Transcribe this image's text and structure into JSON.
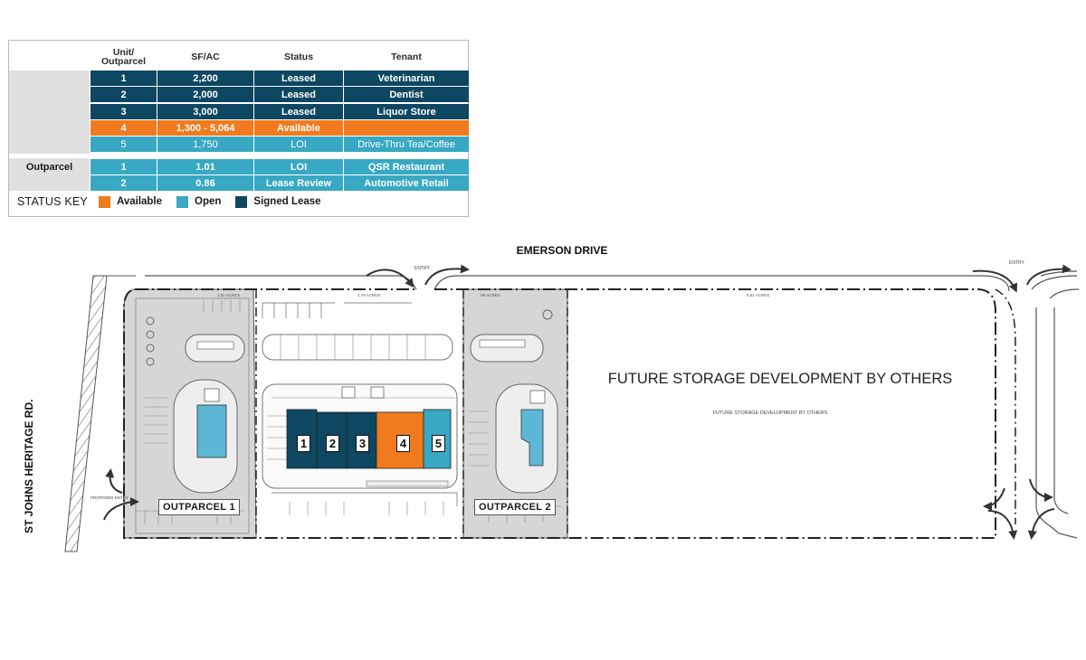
{
  "table": {
    "headers": [
      "Unit/ Outparcel",
      "SF/AC",
      "Status",
      "Tenant"
    ],
    "unit_rows": [
      {
        "unit": "1",
        "size": "2,200",
        "status": "Leased",
        "tenant": "Veterinarian",
        "kind": "dark"
      },
      {
        "unit": "2",
        "size": "2,000",
        "status": "Leased",
        "tenant": "Dentist",
        "kind": "dark"
      },
      {
        "unit": "3",
        "size": "3,000",
        "status": "Leased",
        "tenant": "Liquor Store",
        "kind": "dark"
      },
      {
        "unit": "4",
        "size": "1,300 - 5,064",
        "status": "Available",
        "tenant": "",
        "kind": "orange"
      },
      {
        "unit": "5",
        "size": "1,750",
        "status": "LOI",
        "tenant": "Drive-Thru Tea/Coffee",
        "kind": "teal"
      }
    ],
    "outparcel_label": "Outparcel",
    "outparcel_rows": [
      {
        "unit": "1",
        "size": "1.01",
        "status": "LOI",
        "tenant": "QSR Restaurant"
      },
      {
        "unit": "2",
        "size": "0.86",
        "status": "Lease Review",
        "tenant": "Automotive Retail"
      }
    ],
    "status_key": {
      "title": "STATUS KEY",
      "items": [
        {
          "label": "Available",
          "color": "#f07b1e"
        },
        {
          "label": "Open",
          "color": "#38a8c3"
        },
        {
          "label": "Signed Lease",
          "color": "#0e4761"
        }
      ]
    }
  },
  "site_plan": {
    "road_top": "EMERSON DRIVE",
    "road_left": "ST JOHNS HERITAGE RD.",
    "future_title": "FUTURE STORAGE DEVELOPMENT BY OTHERS",
    "future_subtitle": "FUTURE STORAGE DEVELOPMENT BY OTHERS",
    "entry_labels": [
      "ENTRY",
      "ENTRY"
    ],
    "proposed_entry": "PROPOSED ENTRY",
    "acre_labels": [
      "1.01 ACRES",
      "1.79 ACRES",
      ".86 ACRES",
      "5.61 ACRES"
    ],
    "outparcels": [
      "OUTPARCEL 1",
      "OUTPARCEL 2"
    ],
    "units": [
      {
        "num": "1",
        "color": "#0e4761"
      },
      {
        "num": "2",
        "color": "#0e4761"
      },
      {
        "num": "3",
        "color": "#0e4761"
      },
      {
        "num": "4",
        "color": "#f07b1e"
      },
      {
        "num": "5",
        "color": "#38a8c3"
      }
    ],
    "colors": {
      "parcel_gray": "#d6d6d6",
      "building_teal": "#5cb6d6"
    }
  }
}
